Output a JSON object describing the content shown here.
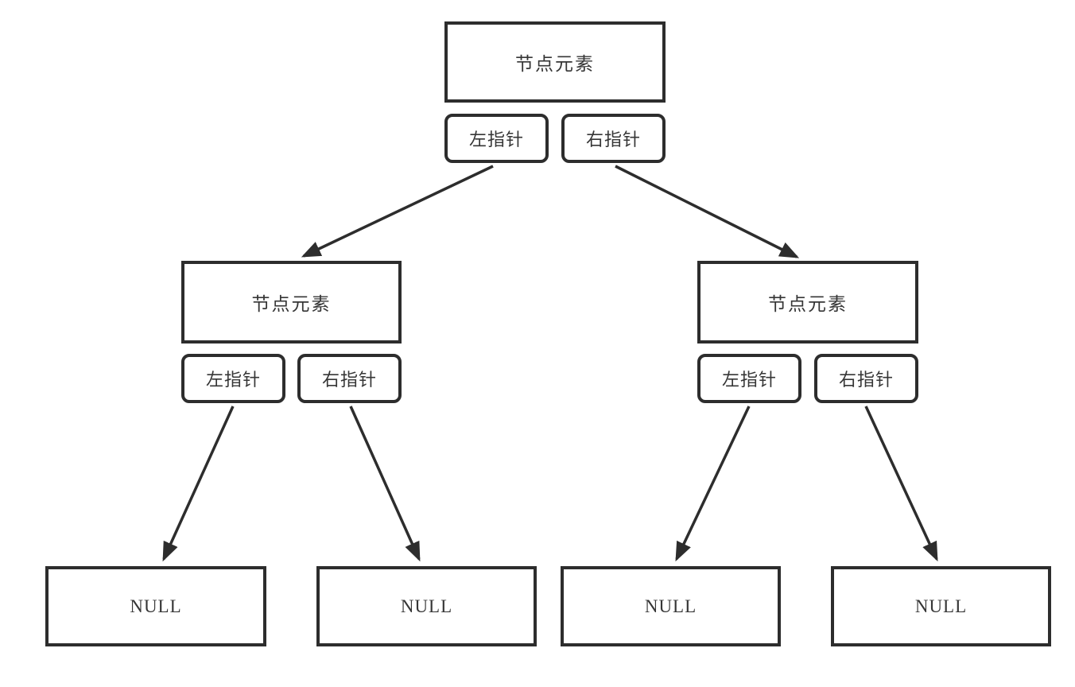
{
  "diagram": {
    "title": "binary-tree-node-structure",
    "root": {
      "label": "节点元素",
      "left_pointer": "左指针",
      "right_pointer": "右指针"
    },
    "left_child": {
      "label": "节点元素",
      "left_pointer": "左指针",
      "right_pointer": "右指针"
    },
    "right_child": {
      "label": "节点元素",
      "left_pointer": "左指针",
      "right_pointer": "右指针"
    },
    "leaves": [
      {
        "label": "NULL"
      },
      {
        "label": "NULL"
      },
      {
        "label": "NULL"
      },
      {
        "label": "NULL"
      }
    ],
    "colors": {
      "border": "#2d2d2d",
      "arrow": "#2d2d2d",
      "text": "#363636",
      "background": "#ffffff"
    }
  }
}
